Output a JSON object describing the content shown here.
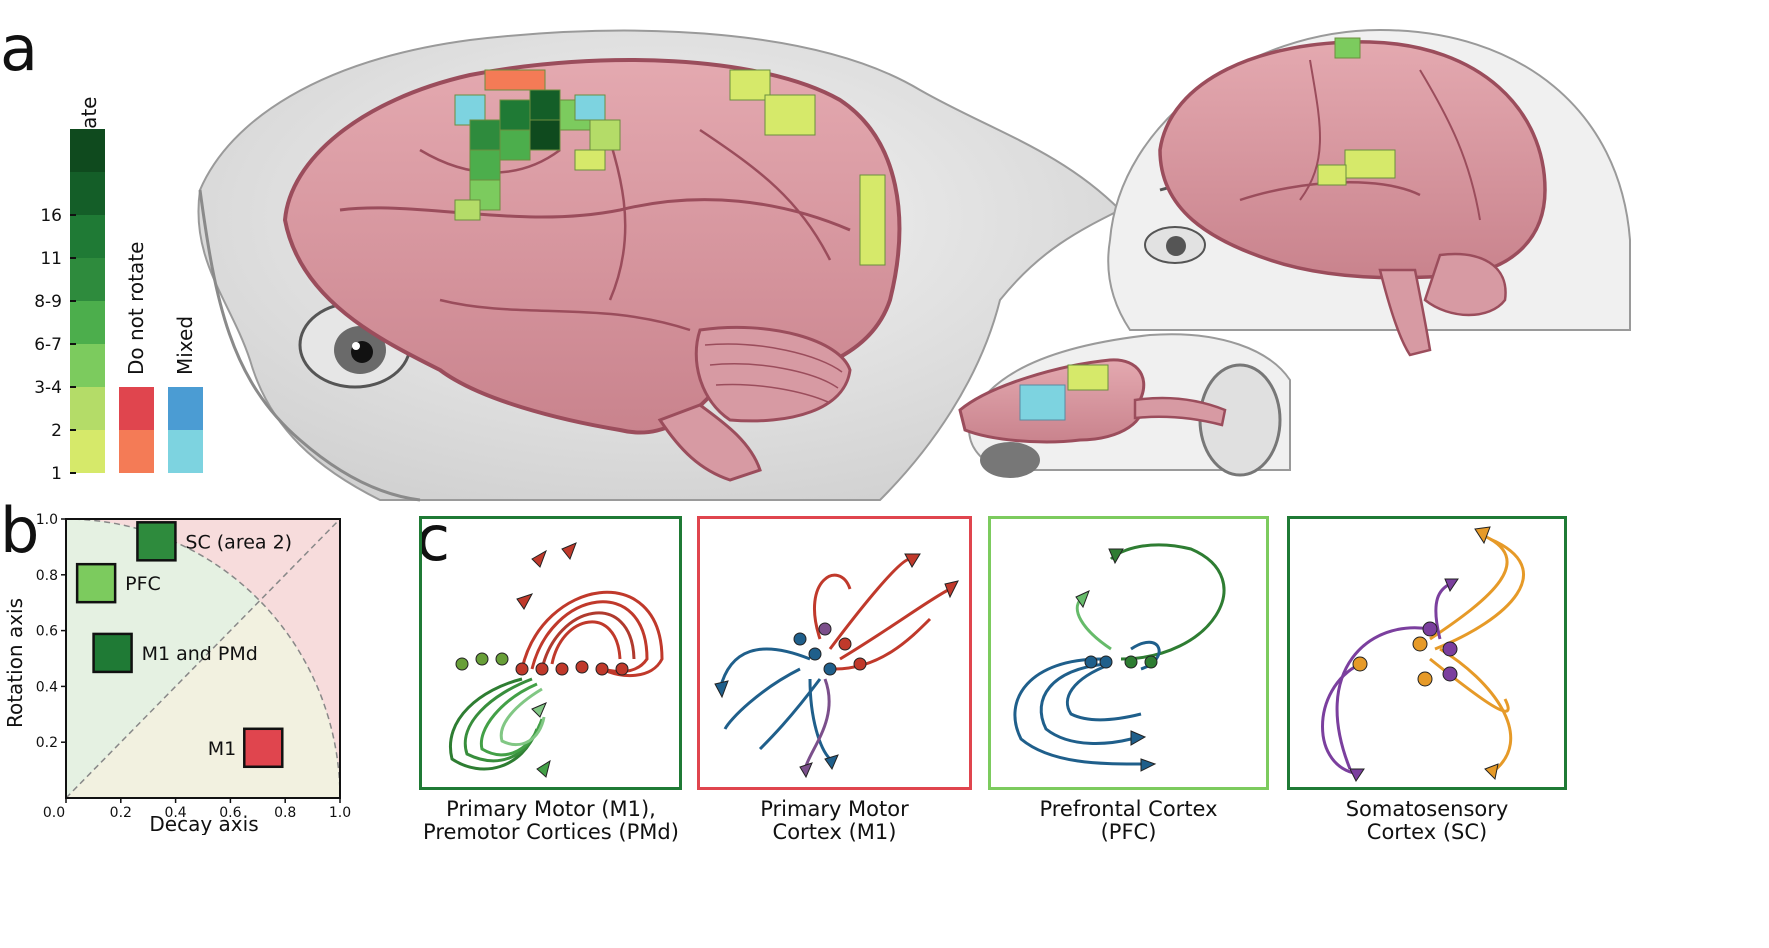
{
  "panels": {
    "a": "a",
    "b": "b",
    "c": "c"
  },
  "legend": {
    "rotate_title": "Rotate",
    "no_rotate_title": "Do not rotate",
    "mixed_title": "Mixed",
    "ticks": [
      "1",
      "2",
      "3-4",
      "6-7",
      "8-9",
      "11",
      "16"
    ],
    "rotate_colors": [
      "#d6e96a",
      "#b4dc68",
      "#7ccb5e",
      "#4cae4c",
      "#2e8b3d",
      "#1f7a35",
      "#145e28",
      "#0f4a1e"
    ],
    "no_rotate_colors": [
      "#f47b56",
      "#e0454e"
    ],
    "mixed_colors": [
      "#7dd3e0",
      "#4b9cd3"
    ]
  },
  "chart_data": {
    "type": "scatter",
    "xlabel": "Decay axis",
    "ylabel": "Rotation axis",
    "xlim": [
      0.0,
      1.0
    ],
    "ylim": [
      0.0,
      1.0
    ],
    "x_ticks": [
      "0.0",
      "0.2",
      "0.4",
      "0.6",
      "0.8",
      "1.0"
    ],
    "y_ticks": [
      "0.2",
      "0.4",
      "0.6",
      "0.8",
      "1.0"
    ],
    "points": [
      {
        "label": "SC (area 2)",
        "x": 0.33,
        "y": 0.92,
        "color": "#2e8b3d"
      },
      {
        "label": "PFC",
        "x": 0.11,
        "y": 0.77,
        "color": "#7ccb5e"
      },
      {
        "label": "M1 and PMd",
        "x": 0.17,
        "y": 0.52,
        "color": "#1f7a35"
      },
      {
        "label": "M1",
        "x": 0.72,
        "y": 0.18,
        "color": "#e0454e"
      }
    ],
    "region_colors": {
      "rotate": "#e5f1e2",
      "no_rotate": "#f7dcdc",
      "mixed": "#f2f1e0"
    }
  },
  "trajectories": [
    {
      "caption_line1": "Primary Motor (M1),",
      "caption_line2": "Premotor Cortices (PMd)",
      "border": "#1f7a35"
    },
    {
      "caption_line1": "Primary Motor",
      "caption_line2": "Cortex (M1)",
      "border": "#e0454e"
    },
    {
      "caption_line1": "Prefrontal Cortex",
      "caption_line2": "(PFC)",
      "border": "#7ccb5e"
    },
    {
      "caption_line1": "Somatosensory",
      "caption_line2": "Cortex (SC)",
      "border": "#1f7a35"
    }
  ]
}
